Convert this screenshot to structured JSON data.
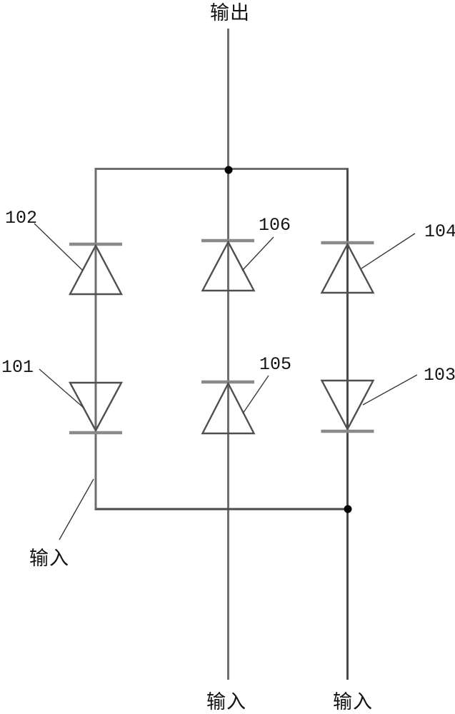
{
  "figure_type": "diode-circuit-schematic",
  "colors": {
    "background": "#ffffff",
    "wire": "#6e6e6e",
    "symbol": "#4f4f4f",
    "bar": "#8a8a8a",
    "leader": "#3a3a3a",
    "junction": "#000000",
    "text": "#141414"
  },
  "terminals": {
    "output_top": {
      "label": "输出"
    },
    "input_left": {
      "label": "输入"
    },
    "input_bottom_center": {
      "label": "输入"
    },
    "input_bottom_right": {
      "label": "输入"
    }
  },
  "diodes": [
    {
      "ref": "102",
      "position": "top-left",
      "orientation": "cathode-up"
    },
    {
      "ref": "106",
      "position": "top-middle",
      "orientation": "cathode-up"
    },
    {
      "ref": "104",
      "position": "top-right",
      "orientation": "cathode-up"
    },
    {
      "ref": "101",
      "position": "bottom-left",
      "orientation": "cathode-down"
    },
    {
      "ref": "105",
      "position": "bottom-middle",
      "orientation": "cathode-up"
    },
    {
      "ref": "103",
      "position": "bottom-right",
      "orientation": "cathode-down"
    }
  ],
  "junctions": {
    "top": "output-node",
    "bottom": "input-node"
  }
}
